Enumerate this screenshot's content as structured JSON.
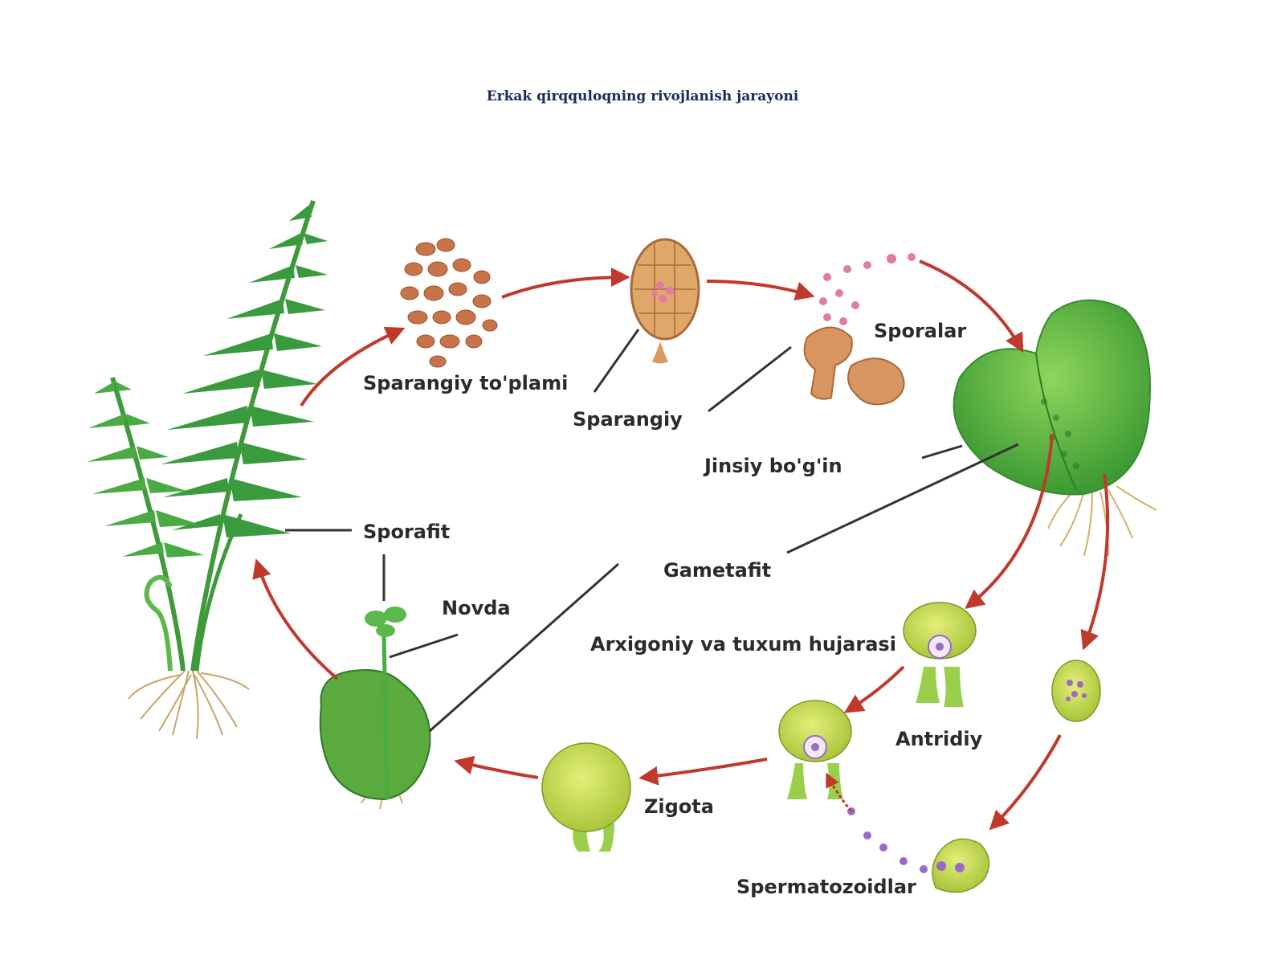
{
  "title": "Erkak qirqquloqning rivojlanish jarayoni",
  "labels": {
    "sporangium_cluster": "Sparangiy to'plami",
    "sporangium": "Sparangiy",
    "spores": "Sporalar",
    "prothallus": "Jinsiy bo'g'in",
    "sporophyte": "Sporafit",
    "gametophyte": "Gametafit",
    "sprout": "Novda",
    "archegonium": "Arxigoniy va tuxum hujarasi",
    "antheridium": "Antridiy",
    "zygote": "Zigota",
    "sperm": "Spermatozoidlar"
  },
  "colors": {
    "arrow": "#c0392b",
    "leaf_dark": "#2e8b3a",
    "leaf_light": "#5cb84a",
    "thallus": "#6fc24b",
    "cell_yellow": "#c9d94a",
    "sporangium_brown": "#c8744a",
    "spore_pink": "#e27aa6",
    "nucleus_purple": "#9a6bc6"
  }
}
